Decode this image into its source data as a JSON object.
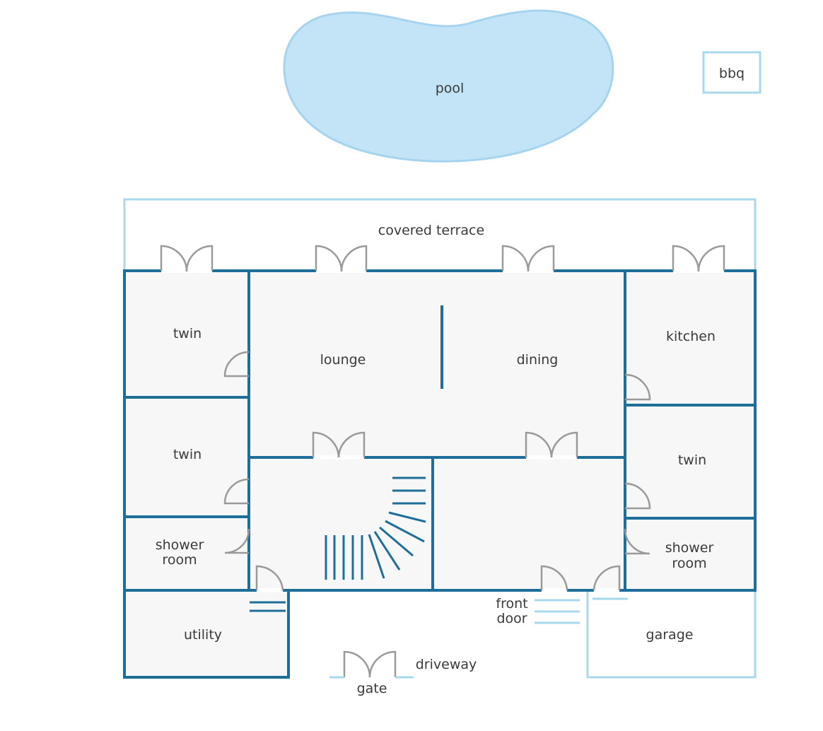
{
  "colors": {
    "wall": "#1d6f9a",
    "outline": "#a9d8ec",
    "pool_fill": "#c3e4f7",
    "pool_stroke": "#a6d3ee",
    "room_fill": "#f7f7f7",
    "door": "#9a9a9a",
    "stair": "#1d6f9a",
    "step_light": "#a9d8ec",
    "text": "#3a3a3a"
  },
  "outdoor": {
    "pool": "pool",
    "bbq": "bbq",
    "covered_terrace": "covered terrace",
    "driveway": "driveway",
    "gate": "gate",
    "front_door_line1": "front",
    "front_door_line2": "door"
  },
  "rooms": {
    "twin_top_left": "twin",
    "twin_mid_left": "twin",
    "lounge": "lounge",
    "dining": "dining",
    "kitchen": "kitchen",
    "twin_right": "twin",
    "shower_left_line1": "shower",
    "shower_left_line2": "room",
    "shower_right_line1": "shower",
    "shower_right_line2": "room",
    "utility": "utility",
    "garage": "garage"
  }
}
